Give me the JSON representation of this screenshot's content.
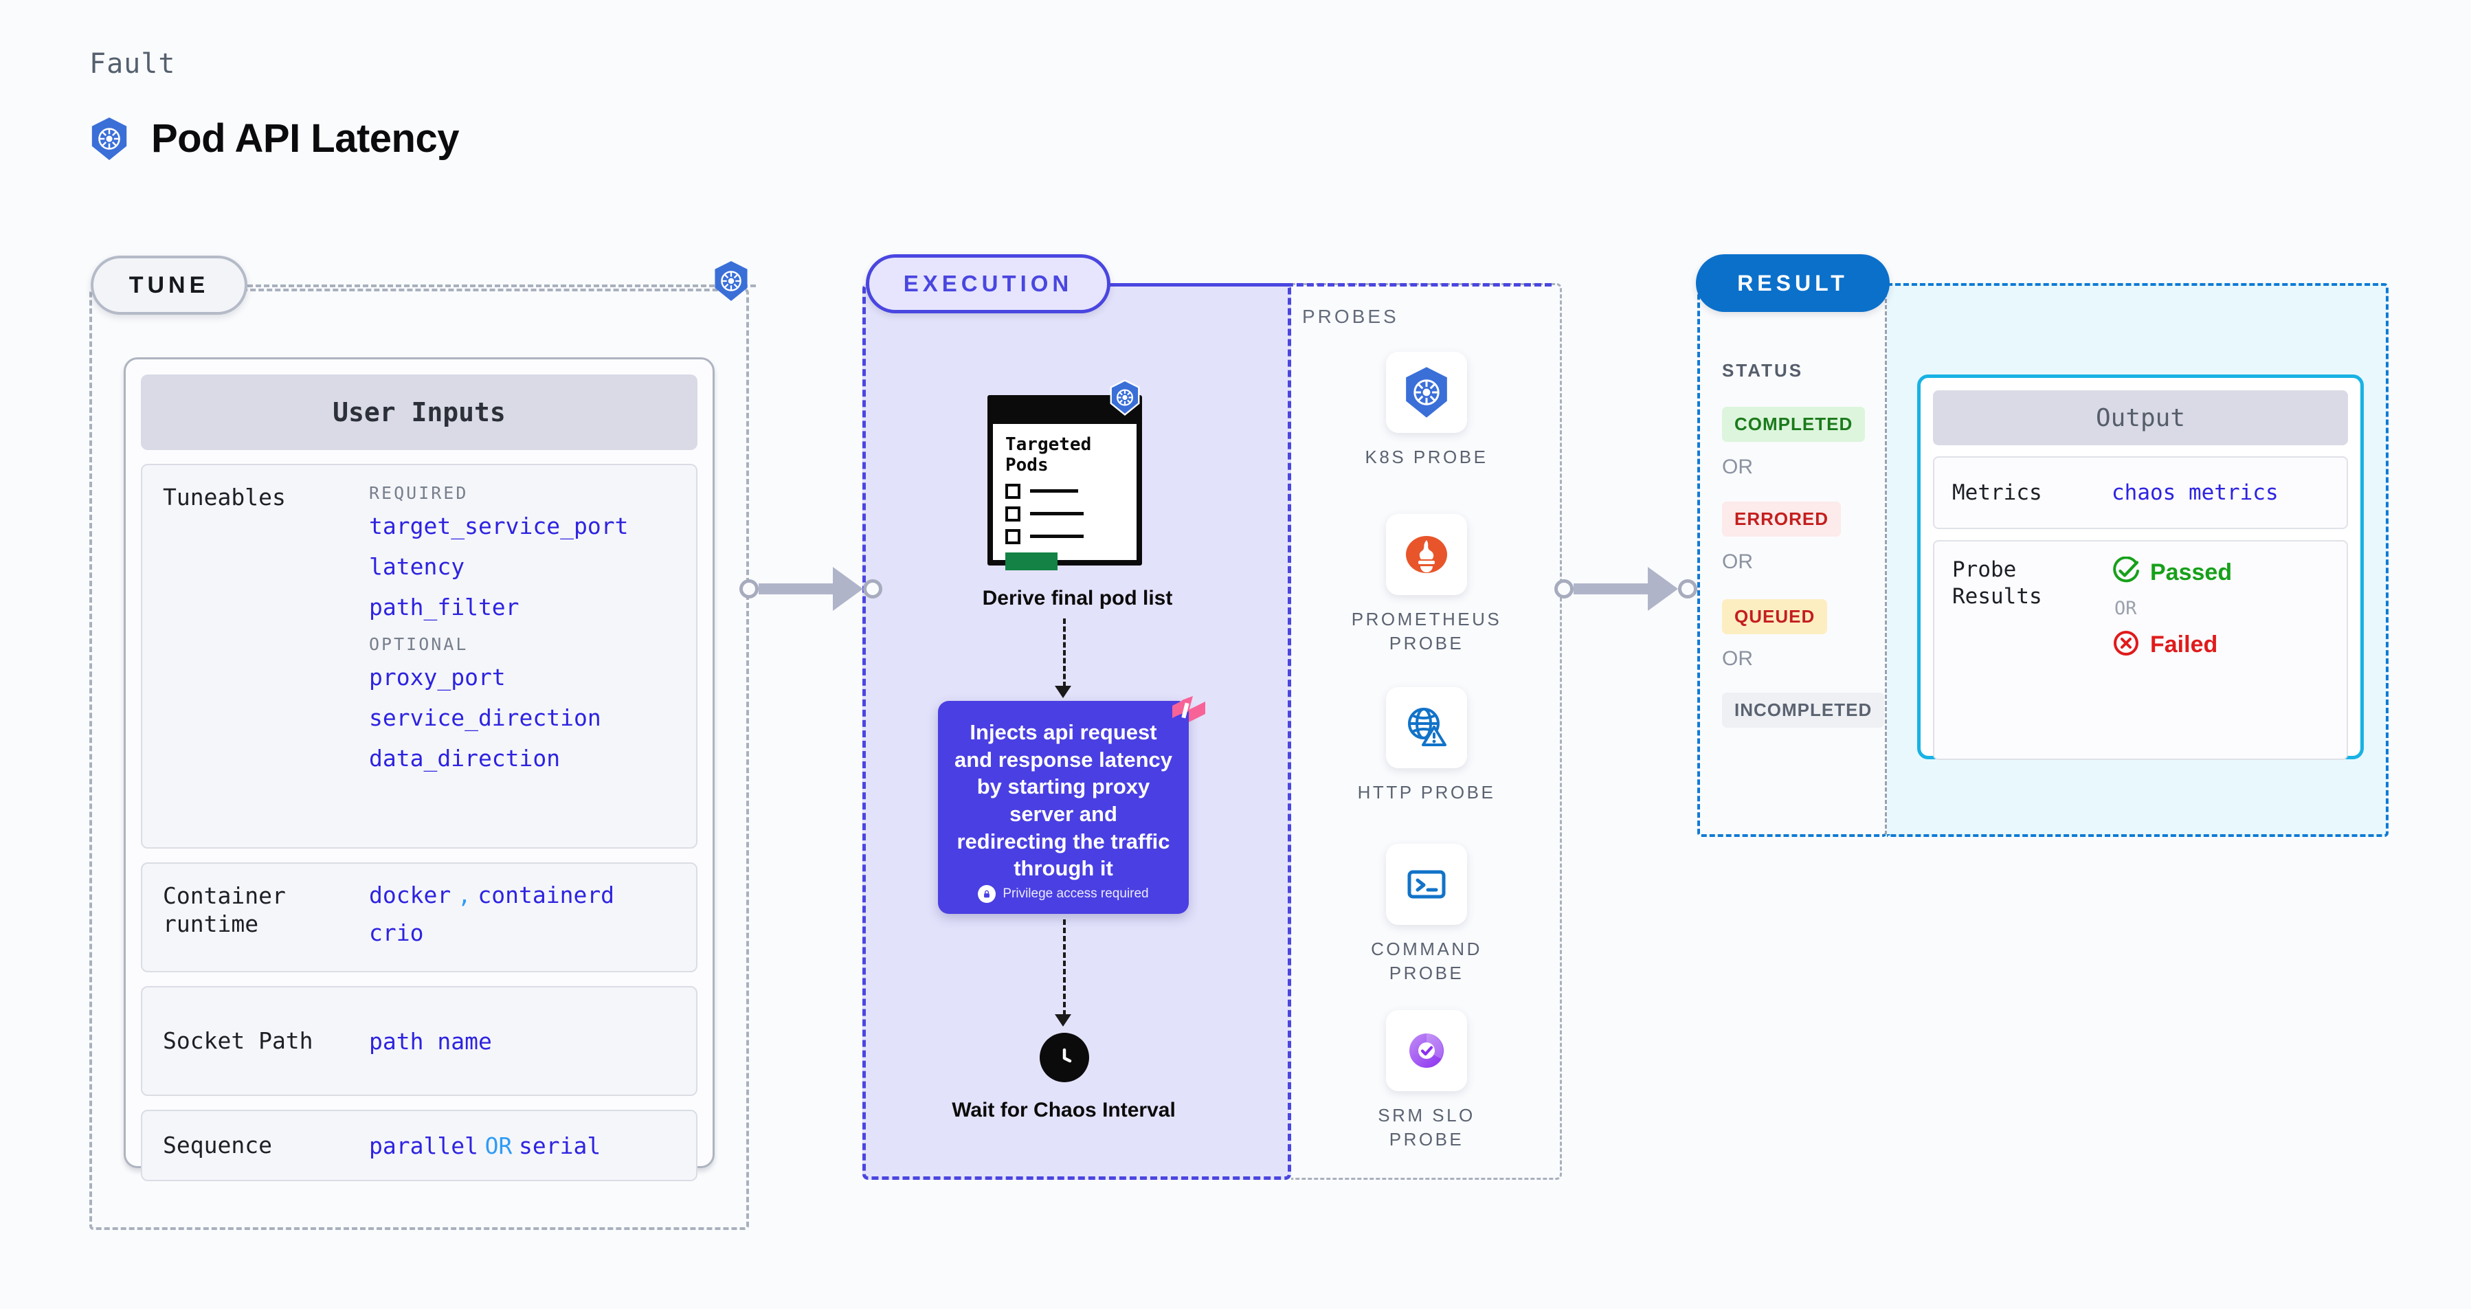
{
  "header": {
    "kicker": "Fault",
    "title": "Pod API Latency",
    "icon": "kubernetes-icon"
  },
  "colors": {
    "accent_purple": "#4a3fe2",
    "accent_blue": "#0b70ca",
    "accent_cyan": "#18b2e4",
    "value_blue": "#2d23e0",
    "muted": "#a9b0bd",
    "green": "#138244",
    "red": "#d32020",
    "pink": "#f76397"
  },
  "tune": {
    "pill_label": "TUNE",
    "k8s_icon": "kubernetes-icon",
    "card_title": "User Inputs",
    "sections": [
      {
        "label": "Tuneables",
        "groups": [
          {
            "title": "REQUIRED",
            "items": [
              "target_service_port",
              "latency",
              "path_filter"
            ]
          },
          {
            "title": "OPTIONAL",
            "items": [
              "proxy_port",
              "service_direction",
              "data_direction"
            ]
          }
        ]
      },
      {
        "label": "Container runtime",
        "values_line1": [
          "docker",
          "containerd"
        ],
        "separator": ",",
        "values_line2": [
          "crio"
        ]
      },
      {
        "label": "Socket Path",
        "value": "path name"
      },
      {
        "label": "Sequence",
        "value_a": "parallel",
        "conjunction": "OR",
        "value_b": "serial"
      }
    ]
  },
  "execution": {
    "pill_label": "EXECUTION",
    "pod_card": {
      "title": "Targeted Pods",
      "icon": "kubernetes-icon",
      "rows": 3
    },
    "caption_derive": "Derive final pod list",
    "inject_card": {
      "text": "Injects api request and response latency by starting proxy server and redirecting the traffic through it",
      "privilege_note": "Privilege access required",
      "lock_icon": "lock-icon",
      "brand_icon": "harness-icon"
    },
    "wait": {
      "icon": "clock-icon",
      "caption": "Wait for Chaos Interval"
    }
  },
  "probes": {
    "title": "PROBES",
    "items": [
      {
        "label": "K8S PROBE",
        "icon": "kubernetes-icon"
      },
      {
        "label": "PROMETHEUS PROBE",
        "icon": "prometheus-icon"
      },
      {
        "label": "HTTP PROBE",
        "icon": "globe-warning-icon"
      },
      {
        "label": "COMMAND PROBE",
        "icon": "terminal-icon"
      },
      {
        "label": "SRM SLO PROBE",
        "icon": "srm-slo-icon"
      }
    ]
  },
  "result": {
    "pill_label": "RESULT",
    "status_title": "STATUS",
    "or_label": "OR",
    "statuses": [
      {
        "label": "COMPLETED",
        "bg": "#dcf5dc",
        "fg": "#1b7a1b"
      },
      {
        "label": "ERRORED",
        "bg": "#fdeaea",
        "fg": "#c41e1e"
      },
      {
        "label": "QUEUED",
        "bg": "#fdeec2",
        "fg": "#c41e1e"
      },
      {
        "label": "INCOMPLETED",
        "bg": "#eef0f4",
        "fg": "#5b6371"
      }
    ],
    "output": {
      "title": "Output",
      "metrics_label": "Metrics",
      "metrics_value": "chaos metrics",
      "probe_results_label": "Probe Results",
      "passed_label": "Passed",
      "passed_icon": "check-circle-icon",
      "or_label": "OR",
      "failed_label": "Failed",
      "failed_icon": "x-circle-icon"
    }
  }
}
